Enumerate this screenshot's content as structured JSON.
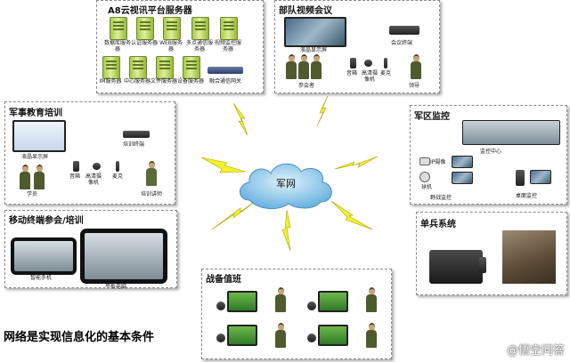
{
  "center": {
    "label": "军网"
  },
  "servers": {
    "title": "A8云视讯平台服务器",
    "row1": [
      "数据库服务器",
      "认证服务器",
      "WEB服务器",
      "多点通信服务器",
      "视频监控服务器"
    ],
    "row2": [
      "IM服务器",
      "中心服务器",
      "文件服务器",
      "设备服务器",
      "融合通信网关"
    ]
  },
  "conference": {
    "title": "部队视频会议",
    "screen_label": "液晶显示屏",
    "terminal_label": "会议终端",
    "audio_label": "音箱",
    "camera_label": "高清摄像机",
    "mic_label": "麦克",
    "participant_label": "参会者",
    "leader_label": "领导"
  },
  "education": {
    "title": "军事教育培训",
    "screen_label": "液晶显示屏",
    "terminal_label": "培训终端",
    "audio_label": "音箱",
    "camera_label": "高清摄像机",
    "mic_label": "麦克",
    "student_label": "学员",
    "trainer_label": "培训讲师"
  },
  "monitoring": {
    "title": "军区监控",
    "center_label": "监控中心",
    "ipcam_label": "IP摄像",
    "ballcam_label": "球机",
    "field_label": "野战监控",
    "desktop_label": "桌面监控"
  },
  "mobile": {
    "title": "移动终端参会/培训",
    "phone_label": "智能手机",
    "tablet_label": "平板电脑"
  },
  "soldier": {
    "title": "单兵系统"
  },
  "duty": {
    "title": "战备值班"
  },
  "footer": {
    "caption": "网络是实现信息化的基本条件",
    "watermark": "@悟空问答"
  }
}
